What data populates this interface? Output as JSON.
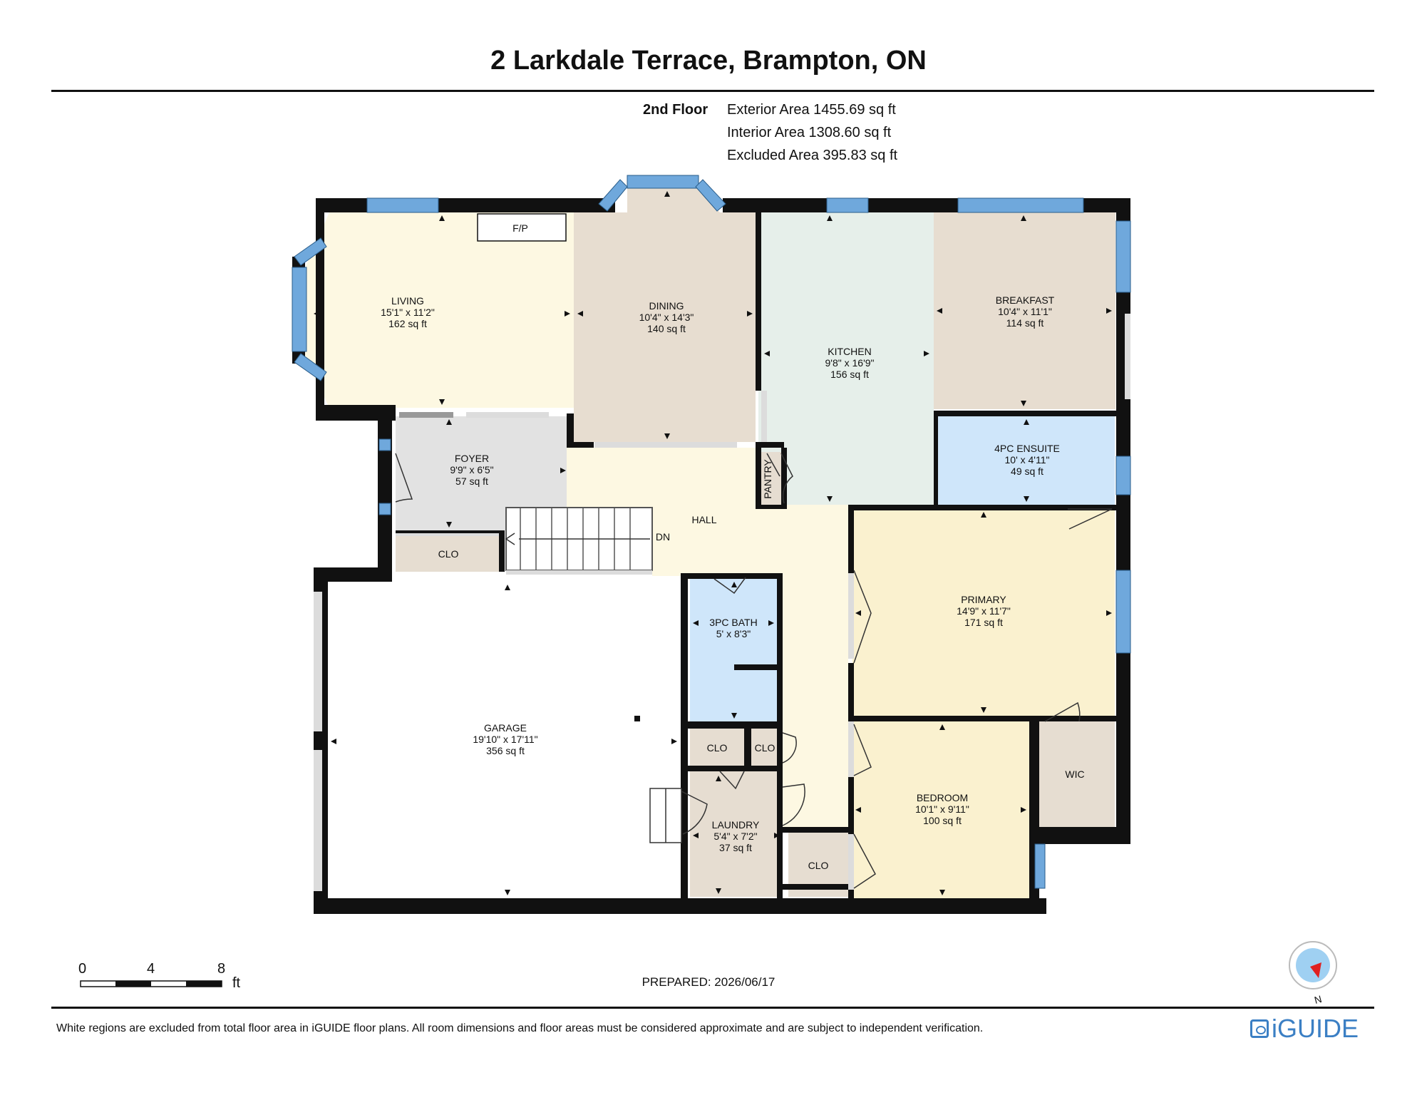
{
  "header": {
    "title": "2 Larkdale Terrace, Brampton, ON",
    "floor": "2nd Floor",
    "exterior_area": "Exterior Area 1455.69 sq ft",
    "interior_area": "Interior Area 1308.60 sq ft",
    "excluded_area": "Excluded Area 395.83 sq ft"
  },
  "rooms": {
    "living": {
      "name": "LIVING",
      "dims": "15'1\" x 11'2\"",
      "area": "162 sq ft"
    },
    "dining": {
      "name": "DINING",
      "dims": "10'4\" x 14'3\"",
      "area": "140 sq ft"
    },
    "kitchen": {
      "name": "KITCHEN",
      "dims": "9'8\" x 16'9\"",
      "area": "156 sq ft"
    },
    "breakfast": {
      "name": "BREAKFAST",
      "dims": "10'4\" x 11'1\"",
      "area": "114 sq ft"
    },
    "foyer": {
      "name": "FOYER",
      "dims": "9'9\" x 6'5\"",
      "area": "57 sq ft"
    },
    "ensuite": {
      "name": "4PC ENSUITE",
      "dims": "10' x 4'11\"",
      "area": "49 sq ft"
    },
    "primary": {
      "name": "PRIMARY",
      "dims": "14'9\" x 11'7\"",
      "area": "171 sq ft"
    },
    "garage": {
      "name": "GARAGE",
      "dims": "19'10\" x 17'11\"",
      "area": "356 sq ft"
    },
    "bath3": {
      "name": "3PC BATH",
      "dims": "5' x 8'3\""
    },
    "laundry": {
      "name": "LAUNDRY",
      "dims": "5'4\" x 7'2\"",
      "area": "37 sq ft"
    },
    "bedroom": {
      "name": "BEDROOM",
      "dims": "10'1\" x 9'11\"",
      "area": "100 sq ft"
    },
    "hall": {
      "name": "HALL"
    },
    "pantry": {
      "name": "PANTRY"
    },
    "wic": {
      "name": "WIC"
    },
    "clo": "CLO",
    "fp": "F/P",
    "dn": "DN"
  },
  "scale": {
    "ticks": [
      "0",
      "4",
      "8"
    ],
    "unit": "ft"
  },
  "prepared": "PREPARED: 2026/06/17",
  "disclaimer": "White regions are excluded from total floor area in iGUIDE floor plans. All room dimensions and floor areas must be considered approximate and are subject to independent verification.",
  "compass_label": "N",
  "logo": "iGUIDE",
  "colors": {
    "wall": "#111111",
    "window": "#6fa8dc",
    "living": "#fdf8e2",
    "dining": "#e7ddd0",
    "kitchen": "#e6efea",
    "foyer": "#e2e2e2",
    "hall": "#fdf8e2",
    "bath": "#cfe6fa",
    "primary": "#faf1cf",
    "closet": "#e6ddd1",
    "garage": "#ffffff"
  }
}
